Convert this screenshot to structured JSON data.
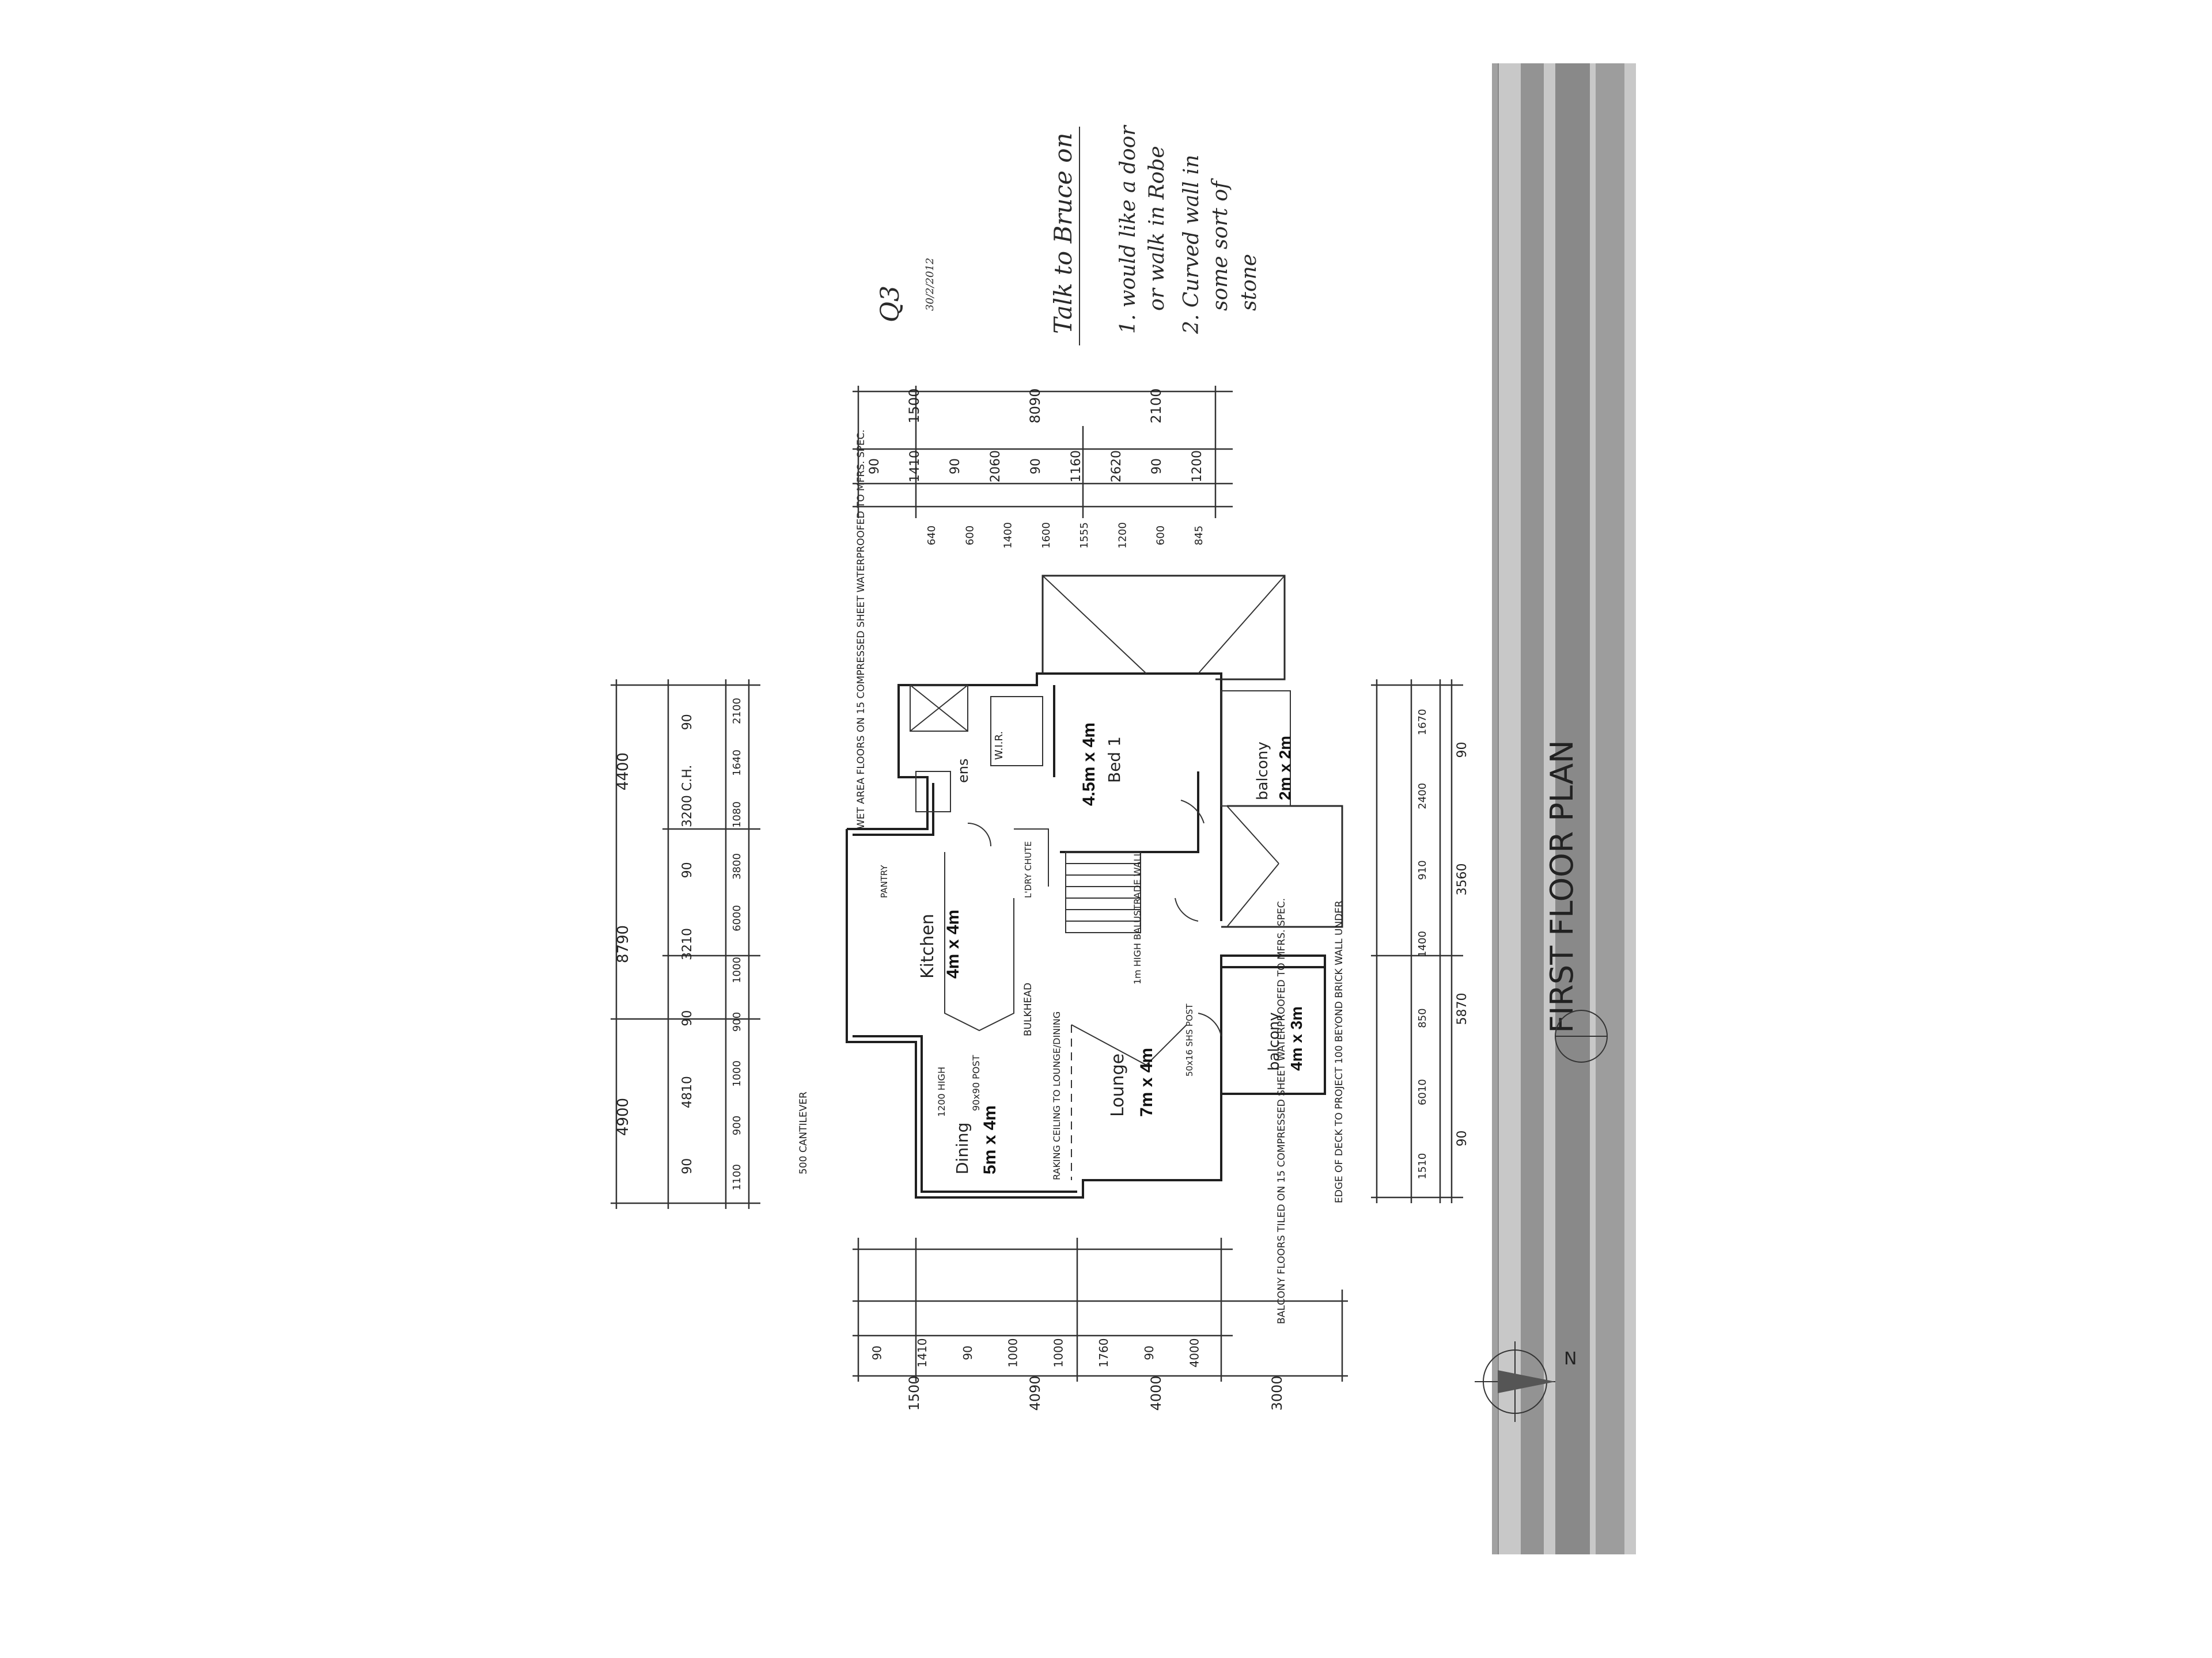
{
  "title": "FIRST FLOOR PLAN",
  "north_label": "N",
  "notes": {
    "ref": "Q3",
    "date": "30/2/2012",
    "heading": "Talk to Bruce on",
    "item1_line1": "1. would like a door",
    "item1_line2": "or walk in Robe",
    "item2_line1": "2. Curved wall in",
    "item2_line2": "some sort of",
    "item2_line3": "stone"
  },
  "rooms": {
    "kitchen": "Kitchen",
    "kitchen_size": "4m x 4m",
    "bed1": "Bed 1",
    "bed1_size": "4.5m x 4m",
    "lounge": "Lounge",
    "lounge_size": "7m x 4m",
    "dining": "Dining",
    "dining_size": "5m x 4m",
    "balcony_top": "balcony",
    "balcony_top_size": "2m x 2m",
    "balcony_bottom": "balcony",
    "balcony_bottom_size": "4m x 3m",
    "ens": "ens",
    "wir": "W.I.R."
  },
  "annotations": {
    "wet_area": "WET AREA FLOORS ON 15 COMPRESSED SHEET WATERPROOFED TO MFRS. SPEC.",
    "balcony_floors": "BALCONY FLOORS TILED ON 15 COMPRESSED SHEET WATERPROOFED TO MFRS. SPEC.",
    "edge_of_deck": "EDGE OF DECK TO PROJECT 100 BEYOND BRICK WALL UNDER",
    "bulkhead": "BULKHEAD",
    "raking": "RAKING CEILING TO LOUNGE/DINING",
    "balustrade": "1m HIGH BALUSTRADE WALL",
    "cantilever": "500 CANTILEVER",
    "post_1200": "1200 HIGH",
    "post": "90x90 POST",
    "post_sq": "50x16 SHS POST",
    "pantry": "PANTRY",
    "laundry": "L'DRY CHUTE"
  },
  "dimensions": {
    "left_outer": [
      "4900",
      "8790",
      "4400"
    ],
    "left_inner": [
      "90",
      "4810",
      "90",
      "3210",
      "90",
      "3200 C.H.",
      "90"
    ],
    "left_detail": [
      "1100",
      "900",
      "1000",
      "900",
      "1000",
      "6000",
      "3800",
      "1080",
      "1640",
      "2100"
    ],
    "top_outer": [
      "1500",
      "8090",
      "2100"
    ],
    "top_mid": [
      "90",
      "1410",
      "90",
      "2060",
      "90",
      "1160",
      "2620",
      "90",
      "1200"
    ],
    "top_detail": [
      "845",
      "600",
      "1200",
      "1555",
      "1600",
      "1400",
      "600",
      "640"
    ],
    "bottom_outer": [
      "1500",
      "4090",
      "4000",
      "3000"
    ],
    "bottom_mid": [
      "90",
      "1410",
      "90",
      "1000",
      "1000",
      "1760",
      "90",
      "4000"
    ],
    "right_outer": [
      "90",
      "5870",
      "3560",
      "90"
    ],
    "right_detail": [
      "1510",
      "6010",
      "850",
      "1400",
      "910",
      "2400",
      "1670"
    ]
  }
}
